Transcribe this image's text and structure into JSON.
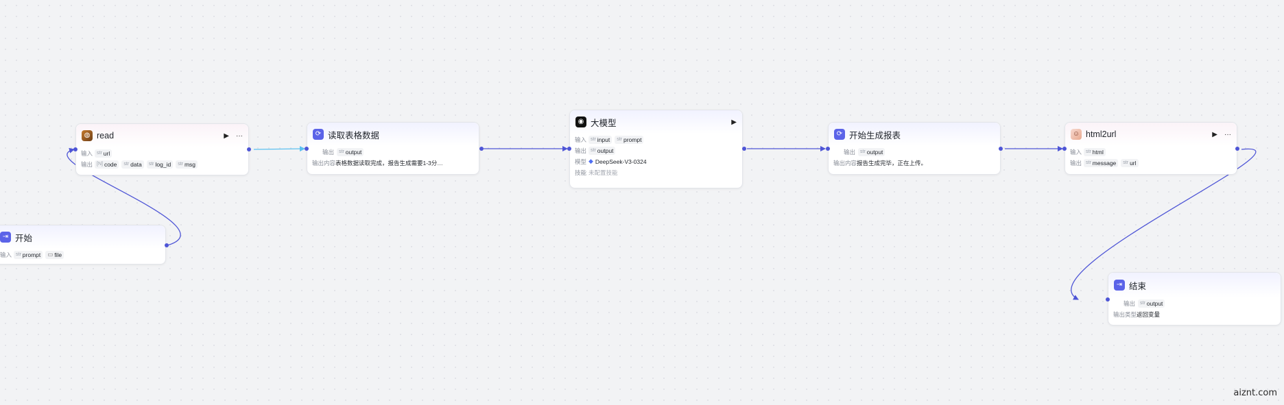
{
  "nodes": {
    "read": {
      "title": "read",
      "input_label": "输入",
      "output_label": "输出",
      "inputs": [
        {
          "type": "str",
          "name": "url"
        }
      ],
      "outputs": [
        {
          "type": "[N]",
          "name": "code"
        },
        {
          "type": "str",
          "name": "data"
        },
        {
          "type": "str",
          "name": "log_id"
        },
        {
          "type": "str",
          "name": "msg"
        }
      ]
    },
    "start": {
      "title": "开始",
      "input_label": "输入",
      "inputs": [
        {
          "type": "str",
          "name": "prompt"
        },
        {
          "type": "file",
          "name": "file"
        }
      ]
    },
    "read_table": {
      "title": "读取表格数据",
      "output_label": "输出",
      "content_label": "输出内容",
      "outputs": [
        {
          "type": "str",
          "name": "output"
        }
      ],
      "content": "表格数据读取完成，报告生成需要1-3分…"
    },
    "llm": {
      "title": "大模型",
      "input_label": "输入",
      "output_label": "输出",
      "model_label": "模型",
      "skill_label": "技能",
      "inputs": [
        {
          "type": "str",
          "name": "input"
        },
        {
          "type": "str",
          "name": "prompt"
        }
      ],
      "outputs": [
        {
          "type": "str",
          "name": "output"
        }
      ],
      "model": "DeepSeek-V3-0324",
      "skill": "未配置技能"
    },
    "gen_report": {
      "title": "开始生成报表",
      "output_label": "输出",
      "content_label": "输出内容",
      "outputs": [
        {
          "type": "str",
          "name": "output"
        }
      ],
      "content": "报告生成完毕，正在上传。"
    },
    "html2url": {
      "title": "html2url",
      "input_label": "输入",
      "output_label": "输出",
      "inputs": [
        {
          "type": "str",
          "name": "html"
        }
      ],
      "outputs": [
        {
          "type": "str",
          "name": "message"
        },
        {
          "type": "str",
          "name": "url"
        }
      ]
    },
    "end": {
      "title": "结束",
      "output_label": "输出",
      "type_label": "输出类型",
      "outputs": [
        {
          "type": "str",
          "name": "output"
        }
      ],
      "output_type": "返回变量"
    }
  },
  "icons": {
    "run": "play-icon",
    "more": "more-icon",
    "plugin": "plugin-icon"
  },
  "colors": {
    "edge": "#4e55d6",
    "edge_active": "#5bc0f0",
    "accent": "#5b63e8"
  },
  "watermark": "aiznt.com"
}
